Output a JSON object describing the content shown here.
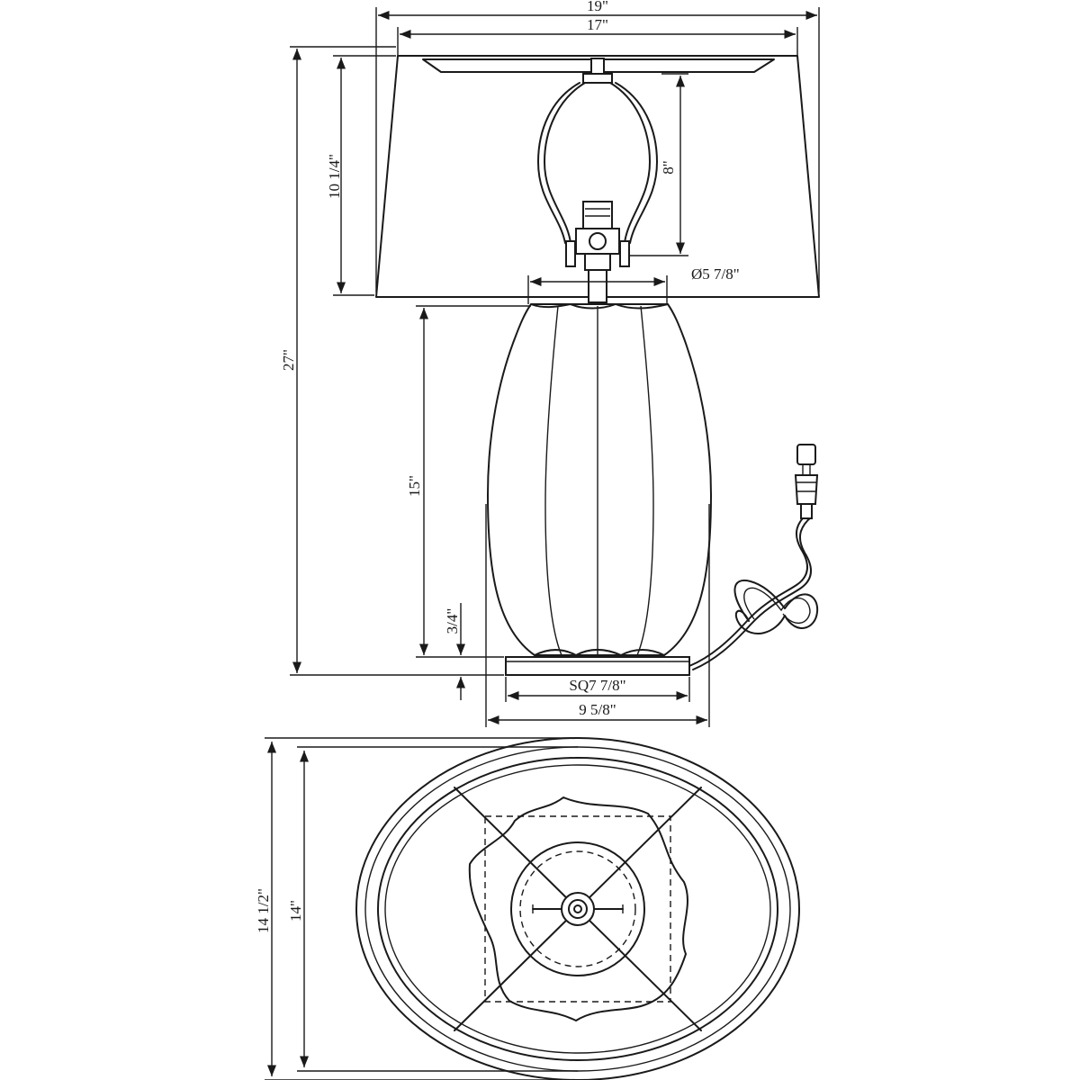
{
  "dimensions": {
    "shade_bottom_width": "19\"",
    "shade_top_width": "17\"",
    "shade_height": "10 1/4\"",
    "harp_height": "8\"",
    "finial_base_diameter": "Ø5 7/8\"",
    "overall_height": "27\"",
    "body_height": "15\"",
    "base_height": "3/4\"",
    "base_square": "SQ7 7/8\"",
    "body_width": "9 5/8\"",
    "shade_depth_outer": "14 1/2\"",
    "shade_depth_inner": "14\""
  }
}
